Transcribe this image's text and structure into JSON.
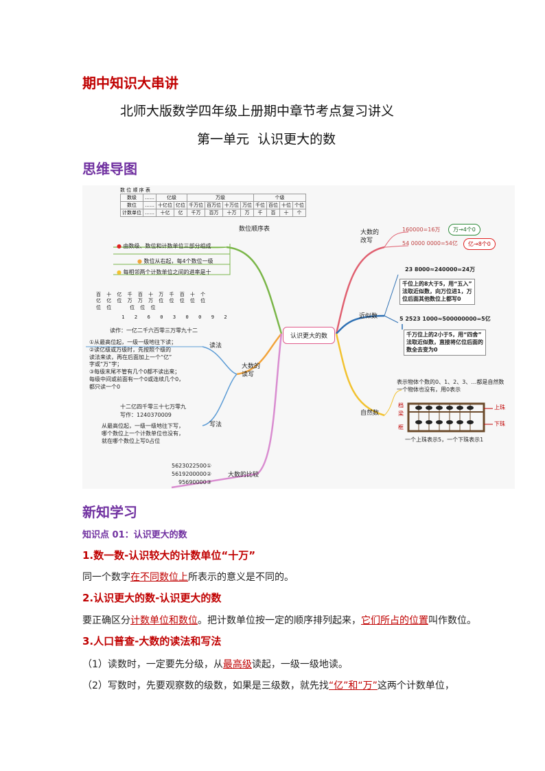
{
  "header": {
    "series_title": "期中知识大串讲",
    "doc_title": "北师大版数学四年级上册期中章节考点复习讲义",
    "unit_title": "第一单元  认识更大的数"
  },
  "mindmap_section": {
    "heading": "思维导图"
  },
  "mindmap": {
    "center": "认识更大的数",
    "table": {
      "title": "数 位 顺 序 表",
      "row_labels": [
        "数级",
        "数位",
        "计数单位"
      ],
      "groups": [
        "……",
        "亿级",
        "万级",
        "个级"
      ],
      "positions": [
        "十亿位",
        "亿位",
        "千万位",
        "百万位",
        "十万位",
        "万位",
        "千位",
        "百位",
        "十位",
        "个位"
      ],
      "units": [
        "十亿",
        "亿",
        "千万",
        "百万",
        "十万",
        "万",
        "千",
        "百",
        "十",
        "个"
      ]
    },
    "table_branch": "数位顺序表",
    "table_notes": [
      "由数级、数位和计数单位三部分组成",
      "数位从右起，每4个数位一级",
      "每相邻两个计数单位之间的进率是十"
    ],
    "read_grid_header": "百 十 亿 千 百 十 万 千 百 十 个\n亿 亿 位 万 万 万 位 位 位 位 位\n位 位    位 位 位",
    "read_grid_digits": "      1  2  6  0  3  0  0  9  2",
    "read_example": "读作：一亿二千六百零三万零九十二",
    "read_branch": "读法",
    "read_rules": "①从最高位起，一级一级地往下读；\n②读亿级或万级时，先按照个级的\n读法来读，再在后面加上一个“亿”\n字或“万”字；\n③每级末尾不管有几个0都不读出来；\n每级中间或前面有一个0或连续几个0，\n都只读一个0",
    "write_example_1": "十二亿四千零三十七万零九",
    "write_example_2": "写作：1240370009",
    "write_branch": "写法",
    "write_rules": "从最高位起，一级一级地往下写，\n哪个数位上一个计数单位也没有，\n就在哪个数位上写0占位",
    "rw_branch": "大数的\n读写",
    "compare_items": [
      "5623022500①",
      "5619200000②",
      "95690000③"
    ],
    "compare_branch": "大数的比较",
    "rewrite_branch": "大数的\n改写",
    "rewrite_1": "160000=16万",
    "rewrite_1_tag": "万→4个0",
    "rewrite_2": "54 0000 0000=54亿",
    "rewrite_2_tag": "亿→8个0",
    "approx_branch": "近似数",
    "approx_1": "23 8000≈240000=24万",
    "approx_1_note": "千位上的8大于5，用“五入”\n法取近似数，向万位进1，万\n位后面其他数位上都写0",
    "approx_2": "5 2523 1000≈500000000=5亿",
    "approx_2_note": "千万位上的2小于5，用“四舍”\n法取近似数，直接将亿位后面的\n数全去变为0",
    "natural_branch": "自然数",
    "natural_note": "表示物体个数的0、1、2、3、…都是自然数\n一个物体也没有，用0表示",
    "abacus_labels": [
      "档",
      "梁",
      "框",
      "上珠",
      "下珠"
    ],
    "abacus_caption": "一个上珠表示5，一个下珠表示1"
  },
  "learning_section": {
    "heading": "新知学习"
  },
  "knowledge_point": "知识点 01：认识更大的数",
  "items": [
    {
      "title": "1.数一数-认识较大的计数单位“十万”",
      "text_a": "同一个数字",
      "text_u1": "在不同数位上",
      "text_b": "所表示的意义是不同的。"
    },
    {
      "title": "2.认识更大的数-认识更大的数",
      "text_a": "要正确区分",
      "text_u1": "计数单位和数位",
      "text_b": "。把计数单位按一定的顺序排列起来，",
      "text_u2": "它们所占的位置",
      "text_c": "叫作数位。"
    },
    {
      "title": "3.人口普查-大数的读法和写法",
      "line1_a": "（1）读数时，一定要先分级，从",
      "line1_u": "最高级",
      "line1_b": "读起，一级一级地读。",
      "line2_a": "（2）写数时，先要观察数的级数，如果是三级数，就先找",
      "line2_u": "“亿”和“万”",
      "line2_b": "这两个计数单位，"
    }
  ],
  "colors": {
    "heading_red": "#c00000",
    "heading_purple": "#7030a0",
    "green_tag": "#2e8b3a",
    "red_tag": "#e02020"
  }
}
